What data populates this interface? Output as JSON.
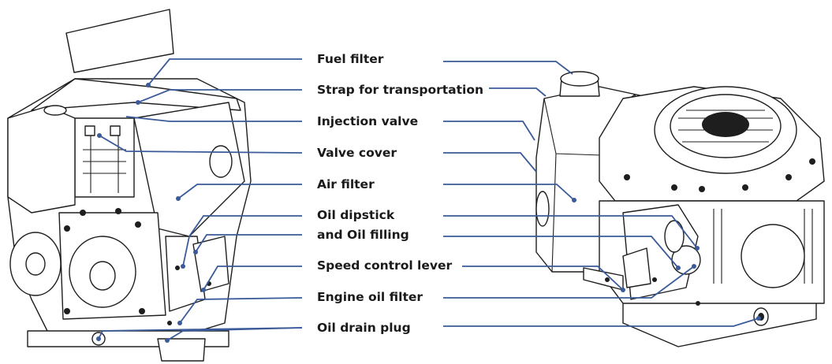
{
  "diagram": {
    "labels": [
      "Fuel filter",
      "Strap for transportation",
      "Injection valve",
      "Valve cover",
      "Air filter",
      "Oil dipstick",
      "and Oil filling",
      "Speed control lever",
      "Engine oil filter",
      "Oil drain plug"
    ],
    "colors": {
      "leader": "#3a5a9a",
      "ink": "#1e1e1e",
      "label": "#1a1a1a"
    }
  }
}
